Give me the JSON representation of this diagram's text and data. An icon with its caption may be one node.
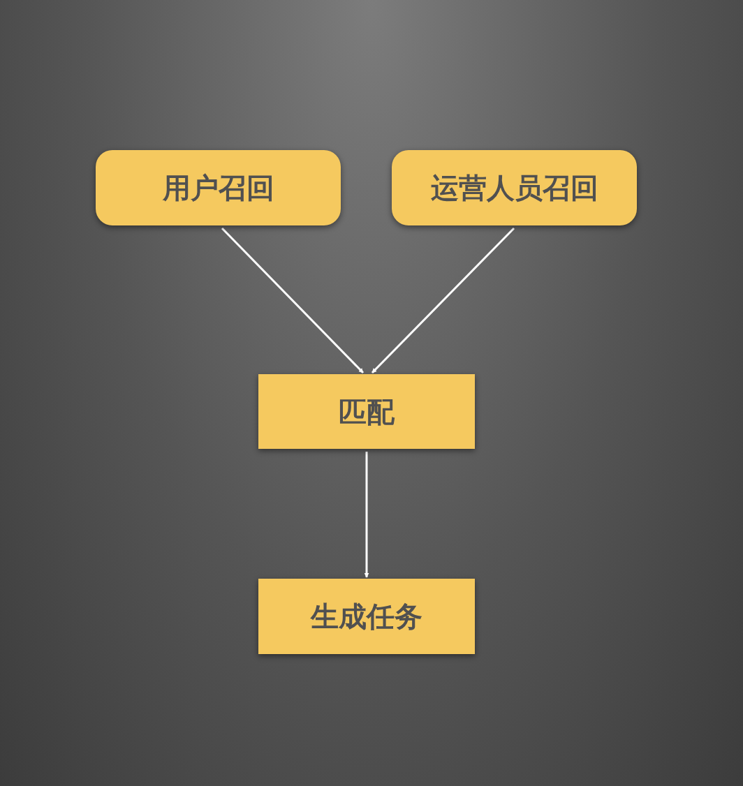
{
  "diagram": {
    "nodes": [
      {
        "text": [
          "用户召回"
        ]
      },
      {
        "text": [
          "运营人员召回"
        ]
      },
      {
        "text": [
          "匹配"
        ]
      },
      {
        "text": [
          "生成任务"
        ]
      }
    ],
    "edges": [
      {
        "from": 0,
        "to": 2,
        "arrow": "to"
      },
      {
        "from": 1,
        "to": 2,
        "arrow": "to"
      },
      {
        "from": 2,
        "to": 3,
        "arrow": "to"
      }
    ]
  }
}
